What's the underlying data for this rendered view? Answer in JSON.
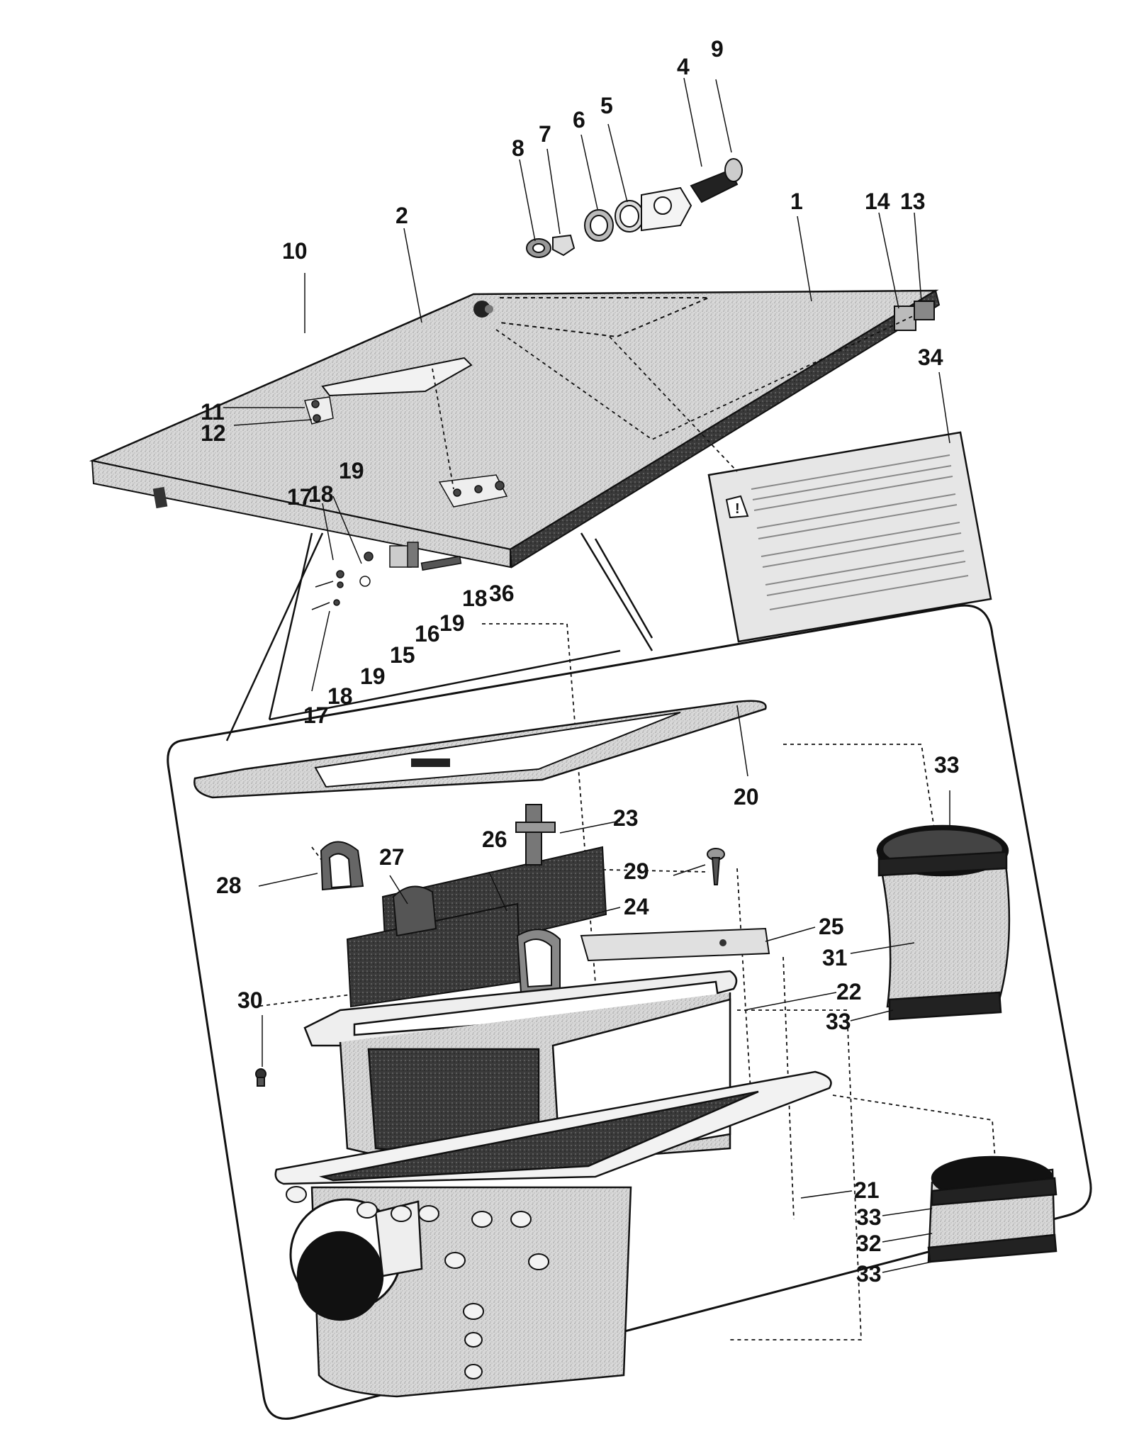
{
  "diagram": {
    "callouts": [
      {
        "id": "c1",
        "text": "1"
      },
      {
        "id": "c2",
        "text": "2"
      },
      {
        "id": "c4",
        "text": "4"
      },
      {
        "id": "c5",
        "text": "5"
      },
      {
        "id": "c6",
        "text": "6"
      },
      {
        "id": "c7",
        "text": "7"
      },
      {
        "id": "c8",
        "text": "8"
      },
      {
        "id": "c9",
        "text": "9"
      },
      {
        "id": "c10",
        "text": "10"
      },
      {
        "id": "c11",
        "text": "11"
      },
      {
        "id": "c12",
        "text": "12"
      },
      {
        "id": "c13",
        "text": "13"
      },
      {
        "id": "c14",
        "text": "14"
      },
      {
        "id": "c15",
        "text": "15"
      },
      {
        "id": "c16",
        "text": "16"
      },
      {
        "id": "c17a",
        "text": "17"
      },
      {
        "id": "c18a",
        "text": "18"
      },
      {
        "id": "c19a",
        "text": "19"
      },
      {
        "id": "c19b",
        "text": "19"
      },
      {
        "id": "c18b",
        "text": "18"
      },
      {
        "id": "c36",
        "text": "36"
      },
      {
        "id": "c19c",
        "text": "19"
      },
      {
        "id": "c18c",
        "text": "18"
      },
      {
        "id": "c17b",
        "text": "17"
      },
      {
        "id": "c34",
        "text": "34"
      },
      {
        "id": "c20",
        "text": "20"
      },
      {
        "id": "c23",
        "text": "23"
      },
      {
        "id": "c26",
        "text": "26"
      },
      {
        "id": "c27",
        "text": "27"
      },
      {
        "id": "c28",
        "text": "28"
      },
      {
        "id": "c24",
        "text": "24"
      },
      {
        "id": "c29",
        "text": "29"
      },
      {
        "id": "c25",
        "text": "25"
      },
      {
        "id": "c22",
        "text": "22"
      },
      {
        "id": "c30",
        "text": "30"
      },
      {
        "id": "c21",
        "text": "21"
      },
      {
        "id": "c33a",
        "text": "33"
      },
      {
        "id": "c31",
        "text": "31"
      },
      {
        "id": "c33b",
        "text": "33"
      },
      {
        "id": "c33c",
        "text": "33"
      },
      {
        "id": "c32",
        "text": "32"
      },
      {
        "id": "c33d",
        "text": "33"
      }
    ]
  },
  "colors": {
    "ink": "#111111",
    "plate": "#dcdcdc",
    "dark": "#2a2a2a",
    "mid": "#8c8c8c",
    "label": "#e6e6e6"
  }
}
